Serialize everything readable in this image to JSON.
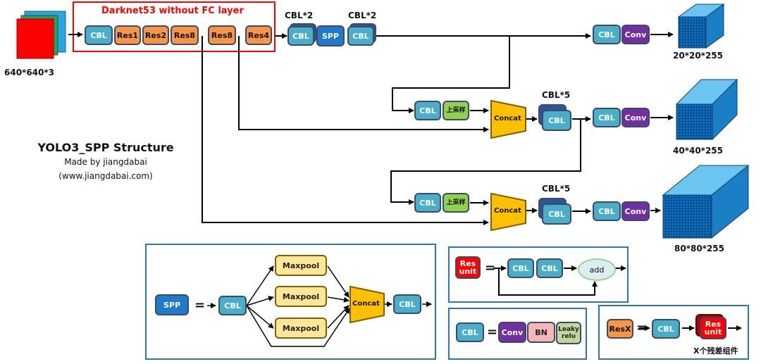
{
  "backbone": {
    "title": "Darknet53 without FC layer",
    "blocks": [
      "CBL",
      "Res1",
      "Res2",
      "Res8",
      "Res8",
      "Res4"
    ]
  },
  "input": {
    "label": "640*640*3"
  },
  "spp_branch": {
    "cbl2_a": "CBL*2",
    "cbl2_b": "CBL*2",
    "cbl": "CBL",
    "spp": "SPP"
  },
  "heads": {
    "cbl": "CBL",
    "conv": "Conv",
    "upsample": "上采样",
    "concat": "Concat",
    "cbl5": "CBL*5",
    "out1": "20*20*255",
    "out2": "40*40*255",
    "out3": "80*80*255"
  },
  "caption": {
    "title": "YOLO3_SPP Structure",
    "line1": "Made by jiangdabai",
    "line2": "(www.jiangdabai.com)"
  },
  "legend_spp": {
    "spp": "SPP",
    "eq": "=",
    "cbl": "CBL",
    "maxpool": [
      "Maxpool",
      "Maxpool",
      "Maxpool"
    ],
    "concat": "Concat",
    "cbl_out": "CBL"
  },
  "legend_res": {
    "res": "Res",
    "unit": "unit",
    "eq": "=",
    "cbl": [
      "CBL",
      "CBL"
    ],
    "add": "add"
  },
  "legend_cbl": {
    "cbl": "CBL",
    "eq": "=",
    "conv": "Conv",
    "bn": "BN",
    "leaky1": "Leaky",
    "leaky2": "relu"
  },
  "legend_resx": {
    "resx": "ResX",
    "eq": "=",
    "cbl": "CBL",
    "res": "Res",
    "unit": "unit",
    "caption": "X个残差组件"
  },
  "colors": {
    "cbl": "#4aaec9",
    "res": "#f79646",
    "conv": "#7030a0",
    "spp": "#1f7ac8",
    "concat": "#ffc000",
    "upsample": "#92d050",
    "frame_red": "#ff0000",
    "panel_blue": "#2e75b6"
  }
}
